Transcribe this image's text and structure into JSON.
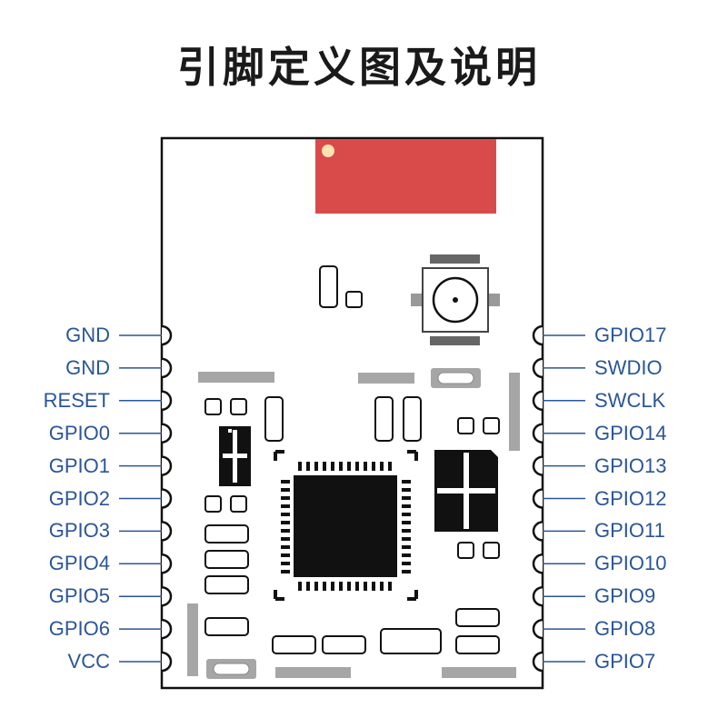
{
  "title": "引脚定义图及说明",
  "pins": {
    "left": [
      "GND",
      "GND",
      "RESET",
      "GPIO0",
      "GPIO1",
      "GPIO2",
      "GPIO3",
      "GPIO4",
      "GPIO5",
      "GPIO6",
      "VCC"
    ],
    "right": [
      "GPIO17",
      "SWDIO",
      "SWCLK",
      "GPIO14",
      "GPIO13",
      "GPIO12",
      "GPIO11",
      "GPIO10",
      "GPIO9",
      "GPIO8",
      "GPIO7"
    ]
  },
  "colors": {
    "label": "#2a5599",
    "antenna": "#d94b4b",
    "outline": "#111111",
    "silk": "#a6a6a6"
  }
}
